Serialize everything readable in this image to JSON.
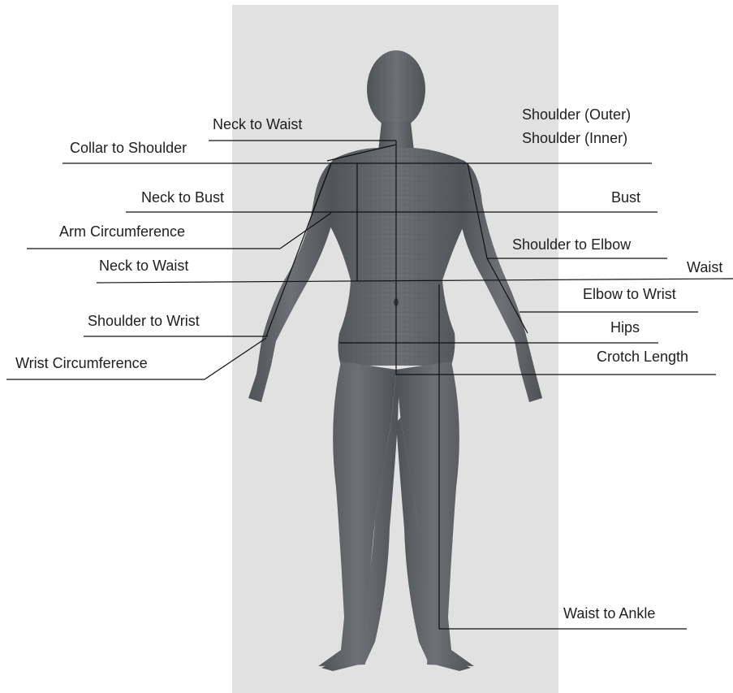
{
  "colors": {
    "background": "#ffffff",
    "backdrop": "#e1e1e1",
    "figure": "#5e6166",
    "line": "#111111",
    "text": "#1e1e1e"
  },
  "labels": {
    "neck_to_waist_top": "Neck to Waist",
    "collar_to_shoulder": "Collar to Shoulder",
    "shoulder_outer": "Shoulder (Outer)",
    "shoulder_inner": "Shoulder (Inner)",
    "neck_to_bust": "Neck to Bust",
    "bust": "Bust",
    "arm_circumference": "Arm Circumference",
    "shoulder_to_elbow": "Shoulder to Elbow",
    "neck_to_waist_left": "Neck to Waist",
    "waist": "Waist",
    "elbow_to_wrist": "Elbow to Wrist",
    "shoulder_to_wrist": "Shoulder to Wrist",
    "hips": "Hips",
    "wrist_circumference": "Wrist Circumference",
    "crotch_length": "Crotch Length",
    "waist_to_ankle": "Waist to Ankle"
  }
}
